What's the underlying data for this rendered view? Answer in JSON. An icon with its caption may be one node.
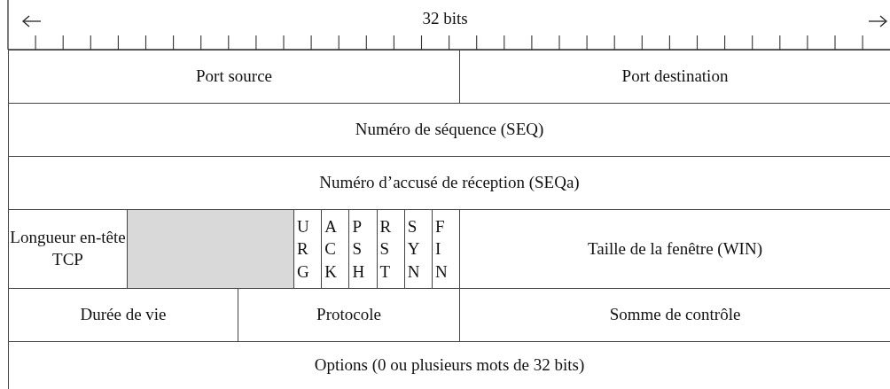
{
  "diagram": {
    "nodes": [
      {
        "text": [
          "Port source"
        ]
      },
      {
        "text": [
          "Port destination"
        ]
      },
      {
        "text": [
          "Numéro de séquence (SEQ)"
        ]
      },
      {
        "text": [
          "Numéro d’accusé de réception (SEQa)"
        ]
      },
      {
        "text": [
          "Longueur en-tête TCP"
        ]
      },
      {
        "text": [],
        "shape": "box"
      },
      {
        "text": [
          "URG"
        ]
      },
      {
        "text": [
          "ACK"
        ]
      },
      {
        "text": [
          "PSH"
        ]
      },
      {
        "text": [
          "RST"
        ]
      },
      {
        "text": [
          "SYN"
        ]
      },
      {
        "text": [
          "FIN"
        ]
      },
      {
        "text": [
          "Taille de la fenêtre (WIN)"
        ]
      },
      {
        "text": [
          "Durée de vie"
        ]
      },
      {
        "text": [
          "Protocole"
        ]
      },
      {
        "text": [
          "Somme de contrôle"
        ]
      },
      {
        "text": [
          "Options (0 ou plusieurs mots de 32 bits)"
        ]
      }
    ],
    "edges": [],
    "labels": [
      "32 bits"
    ]
  }
}
